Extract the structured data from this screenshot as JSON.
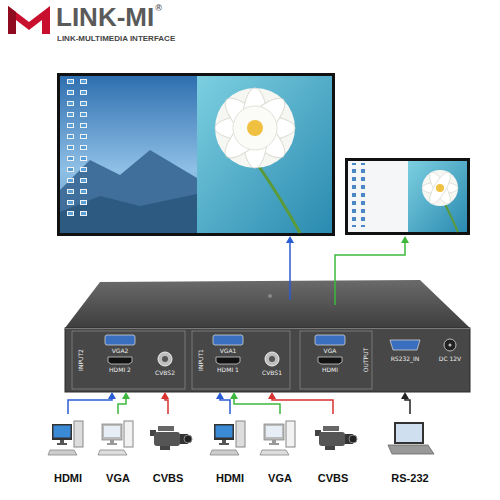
{
  "diagram": {
    "nodes": [
      {
        "text": [
          "INPUT2",
          "VGA2",
          "HDMI 2",
          "CVBS2",
          "INPUT1",
          "VGA1",
          "HDMI 1",
          "CVBS1",
          "OUTPUT",
          "VGA",
          "HDMI",
          "RS232_IN",
          "DC 12V"
        ]
      },
      {
        "text": [
          "HDMI"
        ]
      },
      {
        "text": [
          "VGA"
        ]
      },
      {
        "text": [
          "CVBS"
        ]
      },
      {
        "text": [
          "HDMI"
        ]
      },
      {
        "text": [
          "VGA"
        ]
      },
      {
        "text": [
          "CVBS"
        ]
      },
      {
        "text": [
          "RS-232"
        ]
      }
    ],
    "edges": [
      {
        "from": 1,
        "to": 0,
        "arrow": "to"
      },
      {
        "from": 2,
        "to": 0,
        "arrow": "to"
      },
      {
        "from": 3,
        "to": 0,
        "arrow": "to"
      },
      {
        "from": 4,
        "to": 0,
        "arrow": "to"
      },
      {
        "from": 5,
        "to": 0,
        "arrow": "to"
      },
      {
        "from": 6,
        "to": 0,
        "arrow": "to"
      },
      {
        "from": 7,
        "to": 0,
        "arrow": "to"
      }
    ],
    "labels": [
      "LINK-MI",
      "®",
      "LINK-MULTIMEDIA INTERFACE"
    ]
  }
}
